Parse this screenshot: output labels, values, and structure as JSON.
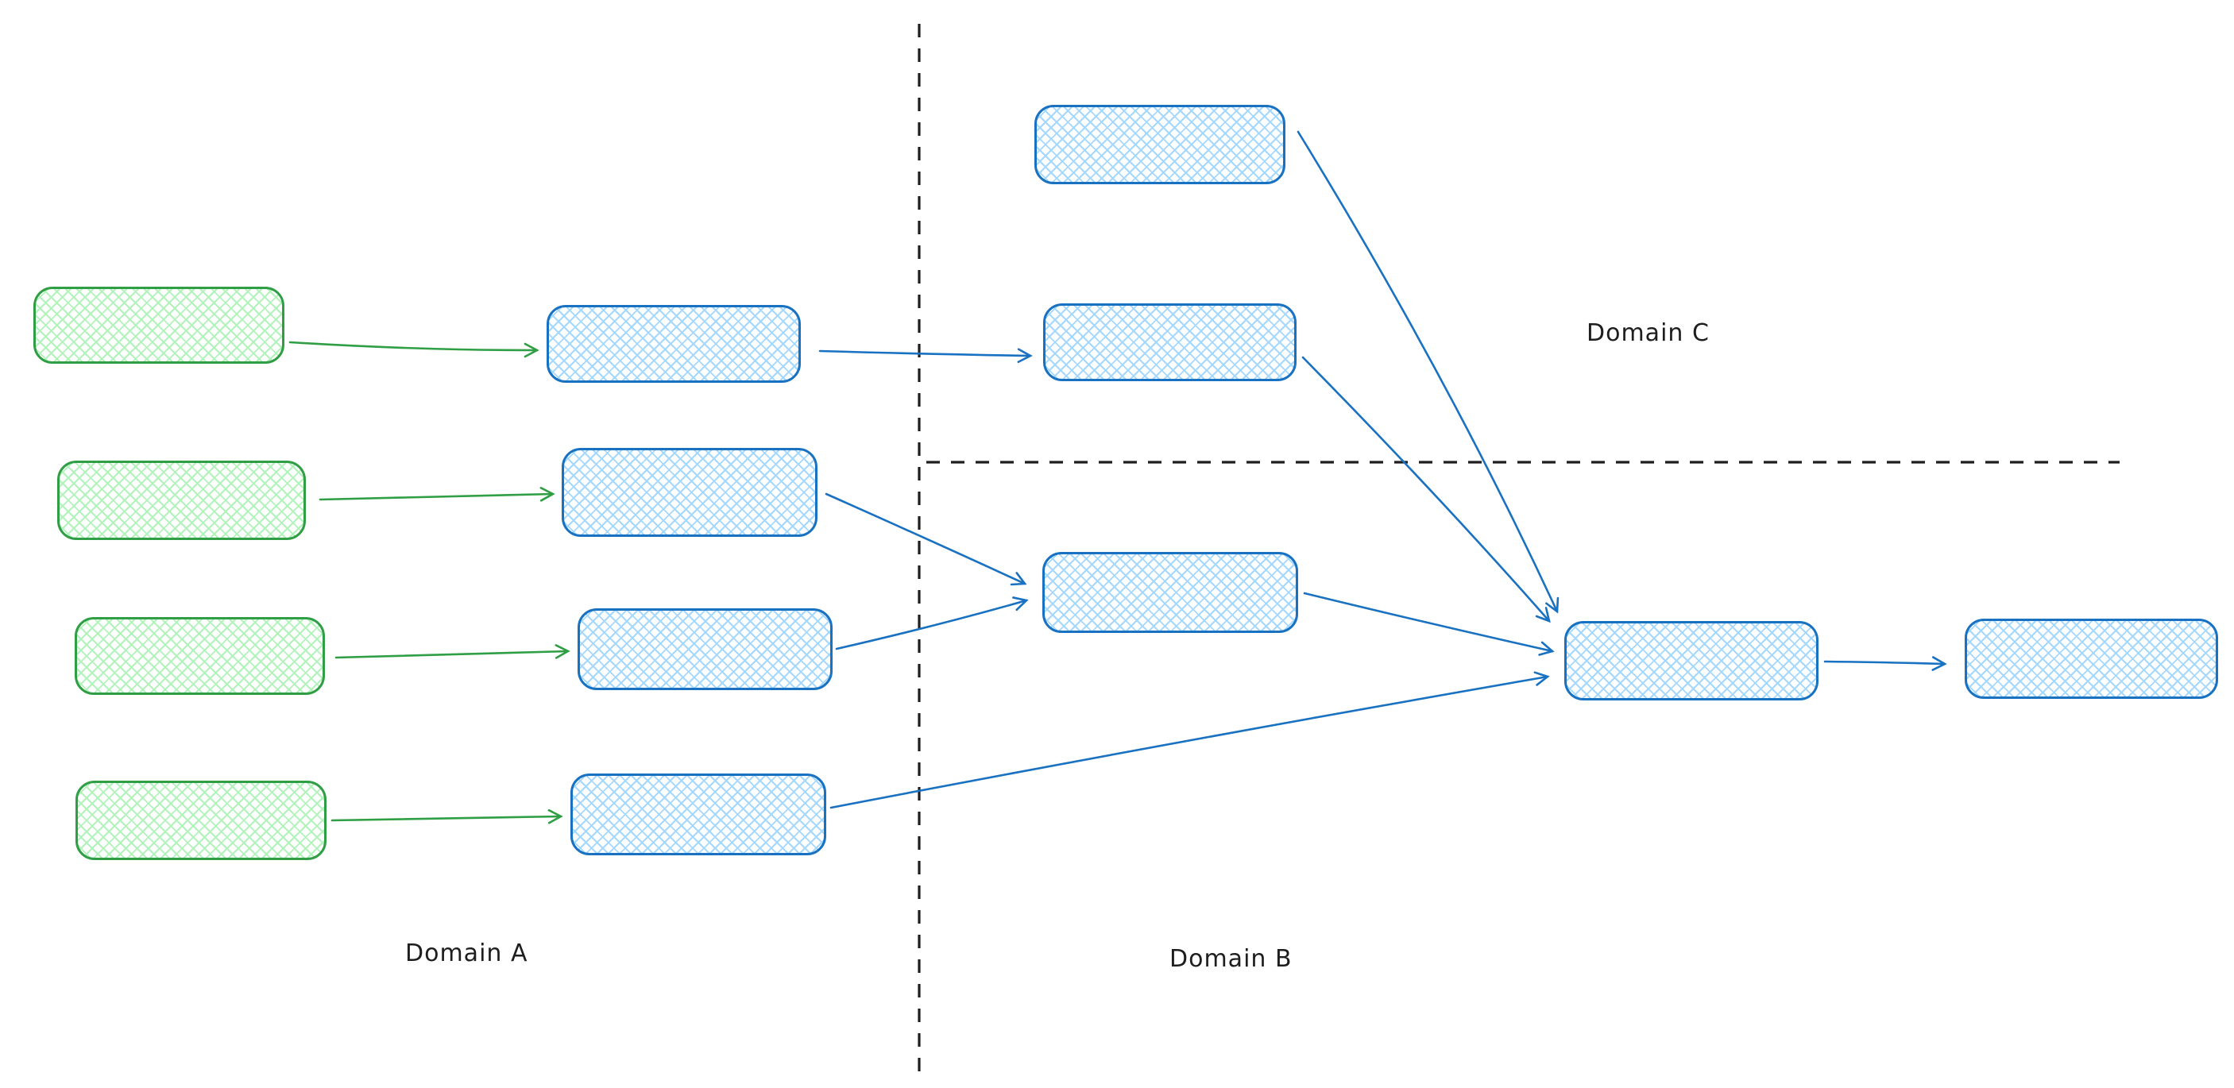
{
  "diagram": {
    "labels": {
      "domain_a": "Domain A",
      "domain_b": "Domain B",
      "domain_c": "Domain C"
    },
    "colors": {
      "green_stroke": "#2f9e44",
      "green_fill": "#b2f2bb",
      "blue_stroke": "#1971c2",
      "blue_fill": "#a5d8ff",
      "divider": "#1e1e1e",
      "background": "#ffffff"
    },
    "nodes": [
      {
        "id": "g1",
        "color": "green",
        "domain": "A",
        "text": ""
      },
      {
        "id": "g2",
        "color": "green",
        "domain": "A",
        "text": ""
      },
      {
        "id": "g3",
        "color": "green",
        "domain": "A",
        "text": ""
      },
      {
        "id": "g4",
        "color": "green",
        "domain": "A",
        "text": ""
      },
      {
        "id": "a1",
        "color": "blue",
        "domain": "A",
        "text": ""
      },
      {
        "id": "a2",
        "color": "blue",
        "domain": "A",
        "text": ""
      },
      {
        "id": "a3",
        "color": "blue",
        "domain": "A",
        "text": ""
      },
      {
        "id": "a4",
        "color": "blue",
        "domain": "A",
        "text": ""
      },
      {
        "id": "c1",
        "color": "blue",
        "domain": "C",
        "text": ""
      },
      {
        "id": "c2",
        "color": "blue",
        "domain": "C",
        "text": ""
      },
      {
        "id": "b1",
        "color": "blue",
        "domain": "B",
        "text": ""
      },
      {
        "id": "hub",
        "color": "blue",
        "domain": "B",
        "text": ""
      },
      {
        "id": "out",
        "color": "blue",
        "domain": "B",
        "text": ""
      }
    ],
    "edges": [
      {
        "from": "g1",
        "to": "a1",
        "color": "green"
      },
      {
        "from": "g2",
        "to": "a2",
        "color": "green"
      },
      {
        "from": "g3",
        "to": "a3",
        "color": "green"
      },
      {
        "from": "g4",
        "to": "a4",
        "color": "green"
      },
      {
        "from": "a1",
        "to": "c2",
        "color": "blue"
      },
      {
        "from": "a2",
        "to": "b1",
        "color": "blue"
      },
      {
        "from": "a3",
        "to": "b1",
        "color": "blue"
      },
      {
        "from": "a4",
        "to": "hub",
        "color": "blue"
      },
      {
        "from": "c1",
        "to": "hub",
        "color": "blue"
      },
      {
        "from": "c2",
        "to": "hub",
        "color": "blue"
      },
      {
        "from": "b1",
        "to": "hub",
        "color": "blue"
      },
      {
        "from": "hub",
        "to": "out",
        "color": "blue"
      }
    ]
  }
}
